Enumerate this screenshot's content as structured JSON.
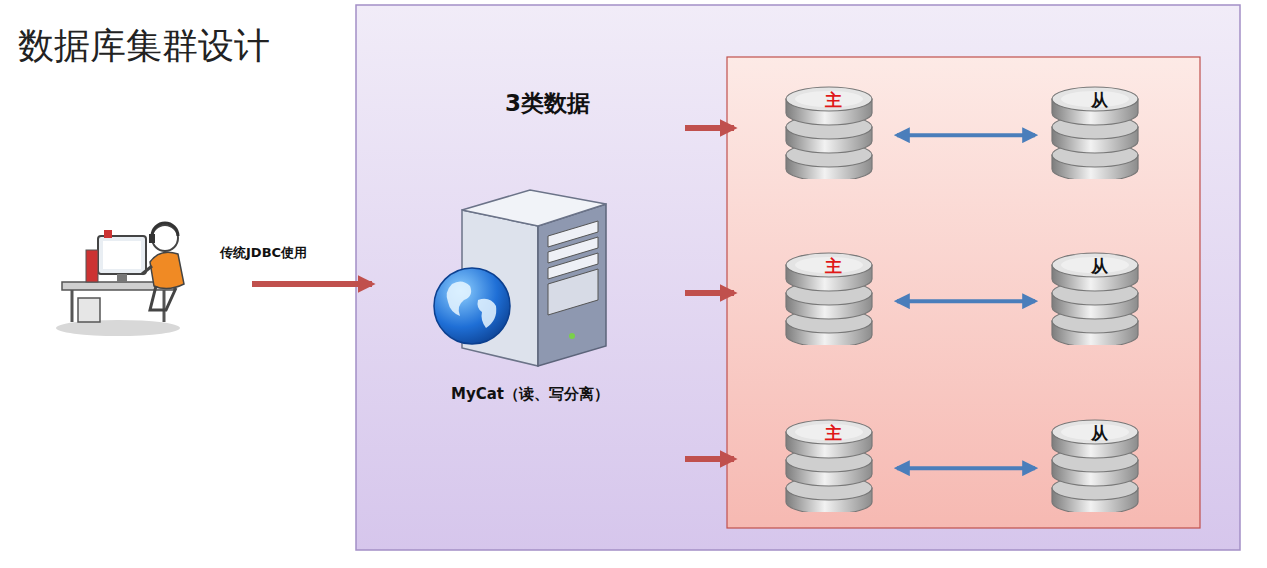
{
  "diagram": {
    "title": "数据库集群设计",
    "nodes": [
      {
        "text": [
          "MyCat（读、写分离）"
        ]
      },
      {
        "text": [
          "主"
        ]
      },
      {
        "text": [
          "从"
        ]
      },
      {
        "text": [
          "主"
        ]
      },
      {
        "text": [
          "从"
        ]
      },
      {
        "text": [
          "主"
        ]
      },
      {
        "text": [
          "从"
        ]
      }
    ],
    "edges": [
      {
        "from": 1,
        "to": 2,
        "arrow": "both"
      },
      {
        "from": 3,
        "to": 4,
        "arrow": "both"
      },
      {
        "from": 5,
        "to": 6,
        "arrow": "both"
      }
    ],
    "labels": [
      "3类数据",
      "传统JDBC使用"
    ]
  }
}
